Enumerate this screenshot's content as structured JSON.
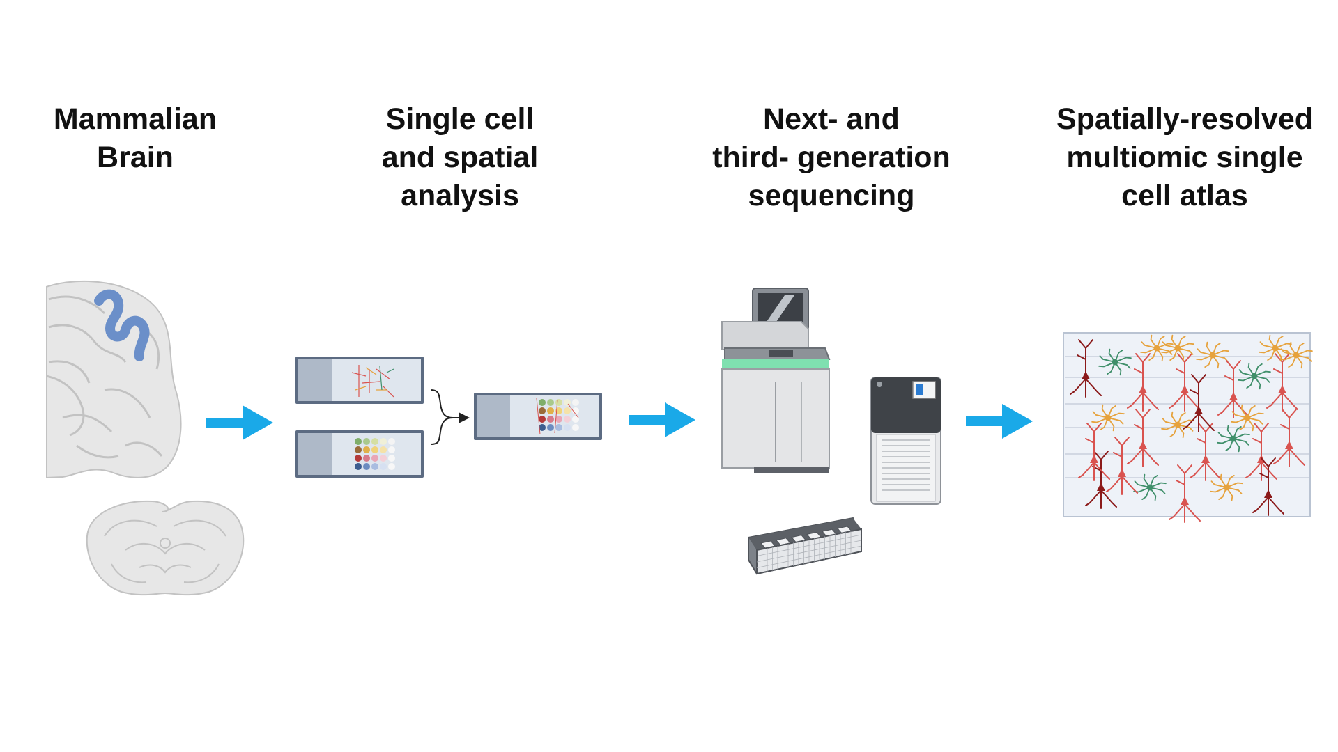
{
  "steps": [
    {
      "lines": [
        "Mammalian",
        "Brain"
      ]
    },
    {
      "lines": [
        "Single cell",
        "and spatial",
        "analysis"
      ]
    },
    {
      "lines": [
        "Next- and",
        "third- generation",
        "sequencing"
      ]
    },
    {
      "lines": [
        "Spatially-resolved",
        "multiomic single",
        "cell atlas"
      ]
    }
  ],
  "colors": {
    "arrow": "#1aa9e8",
    "cortex_highlight": "#6b8fc9",
    "brain_fill": "#e7e7e7",
    "brain_outline": "#c2c2c2",
    "slide_frame": "#5c6b82",
    "slide_body": "#dfe6ee",
    "slide_end": "#aeb9c8",
    "sequencer_accent": "#7fe0b0",
    "neuron_red": "#d9534f",
    "neuron_orange": "#e6a23c",
    "neuron_green": "#3f8f6a",
    "neuron_darkred": "#8b1a1a",
    "atlas_bg": "#eef2f8"
  },
  "icons": [
    "human-brain-coronal-icon",
    "mouse-brain-coronal-icon",
    "tissue-slide-icon",
    "spot-array-slide-icon",
    "sequencer-instrument-icon",
    "long-read-sequencer-icon",
    "flow-cell-icon",
    "neuron-atlas-icon",
    "right-arrow-icon"
  ]
}
